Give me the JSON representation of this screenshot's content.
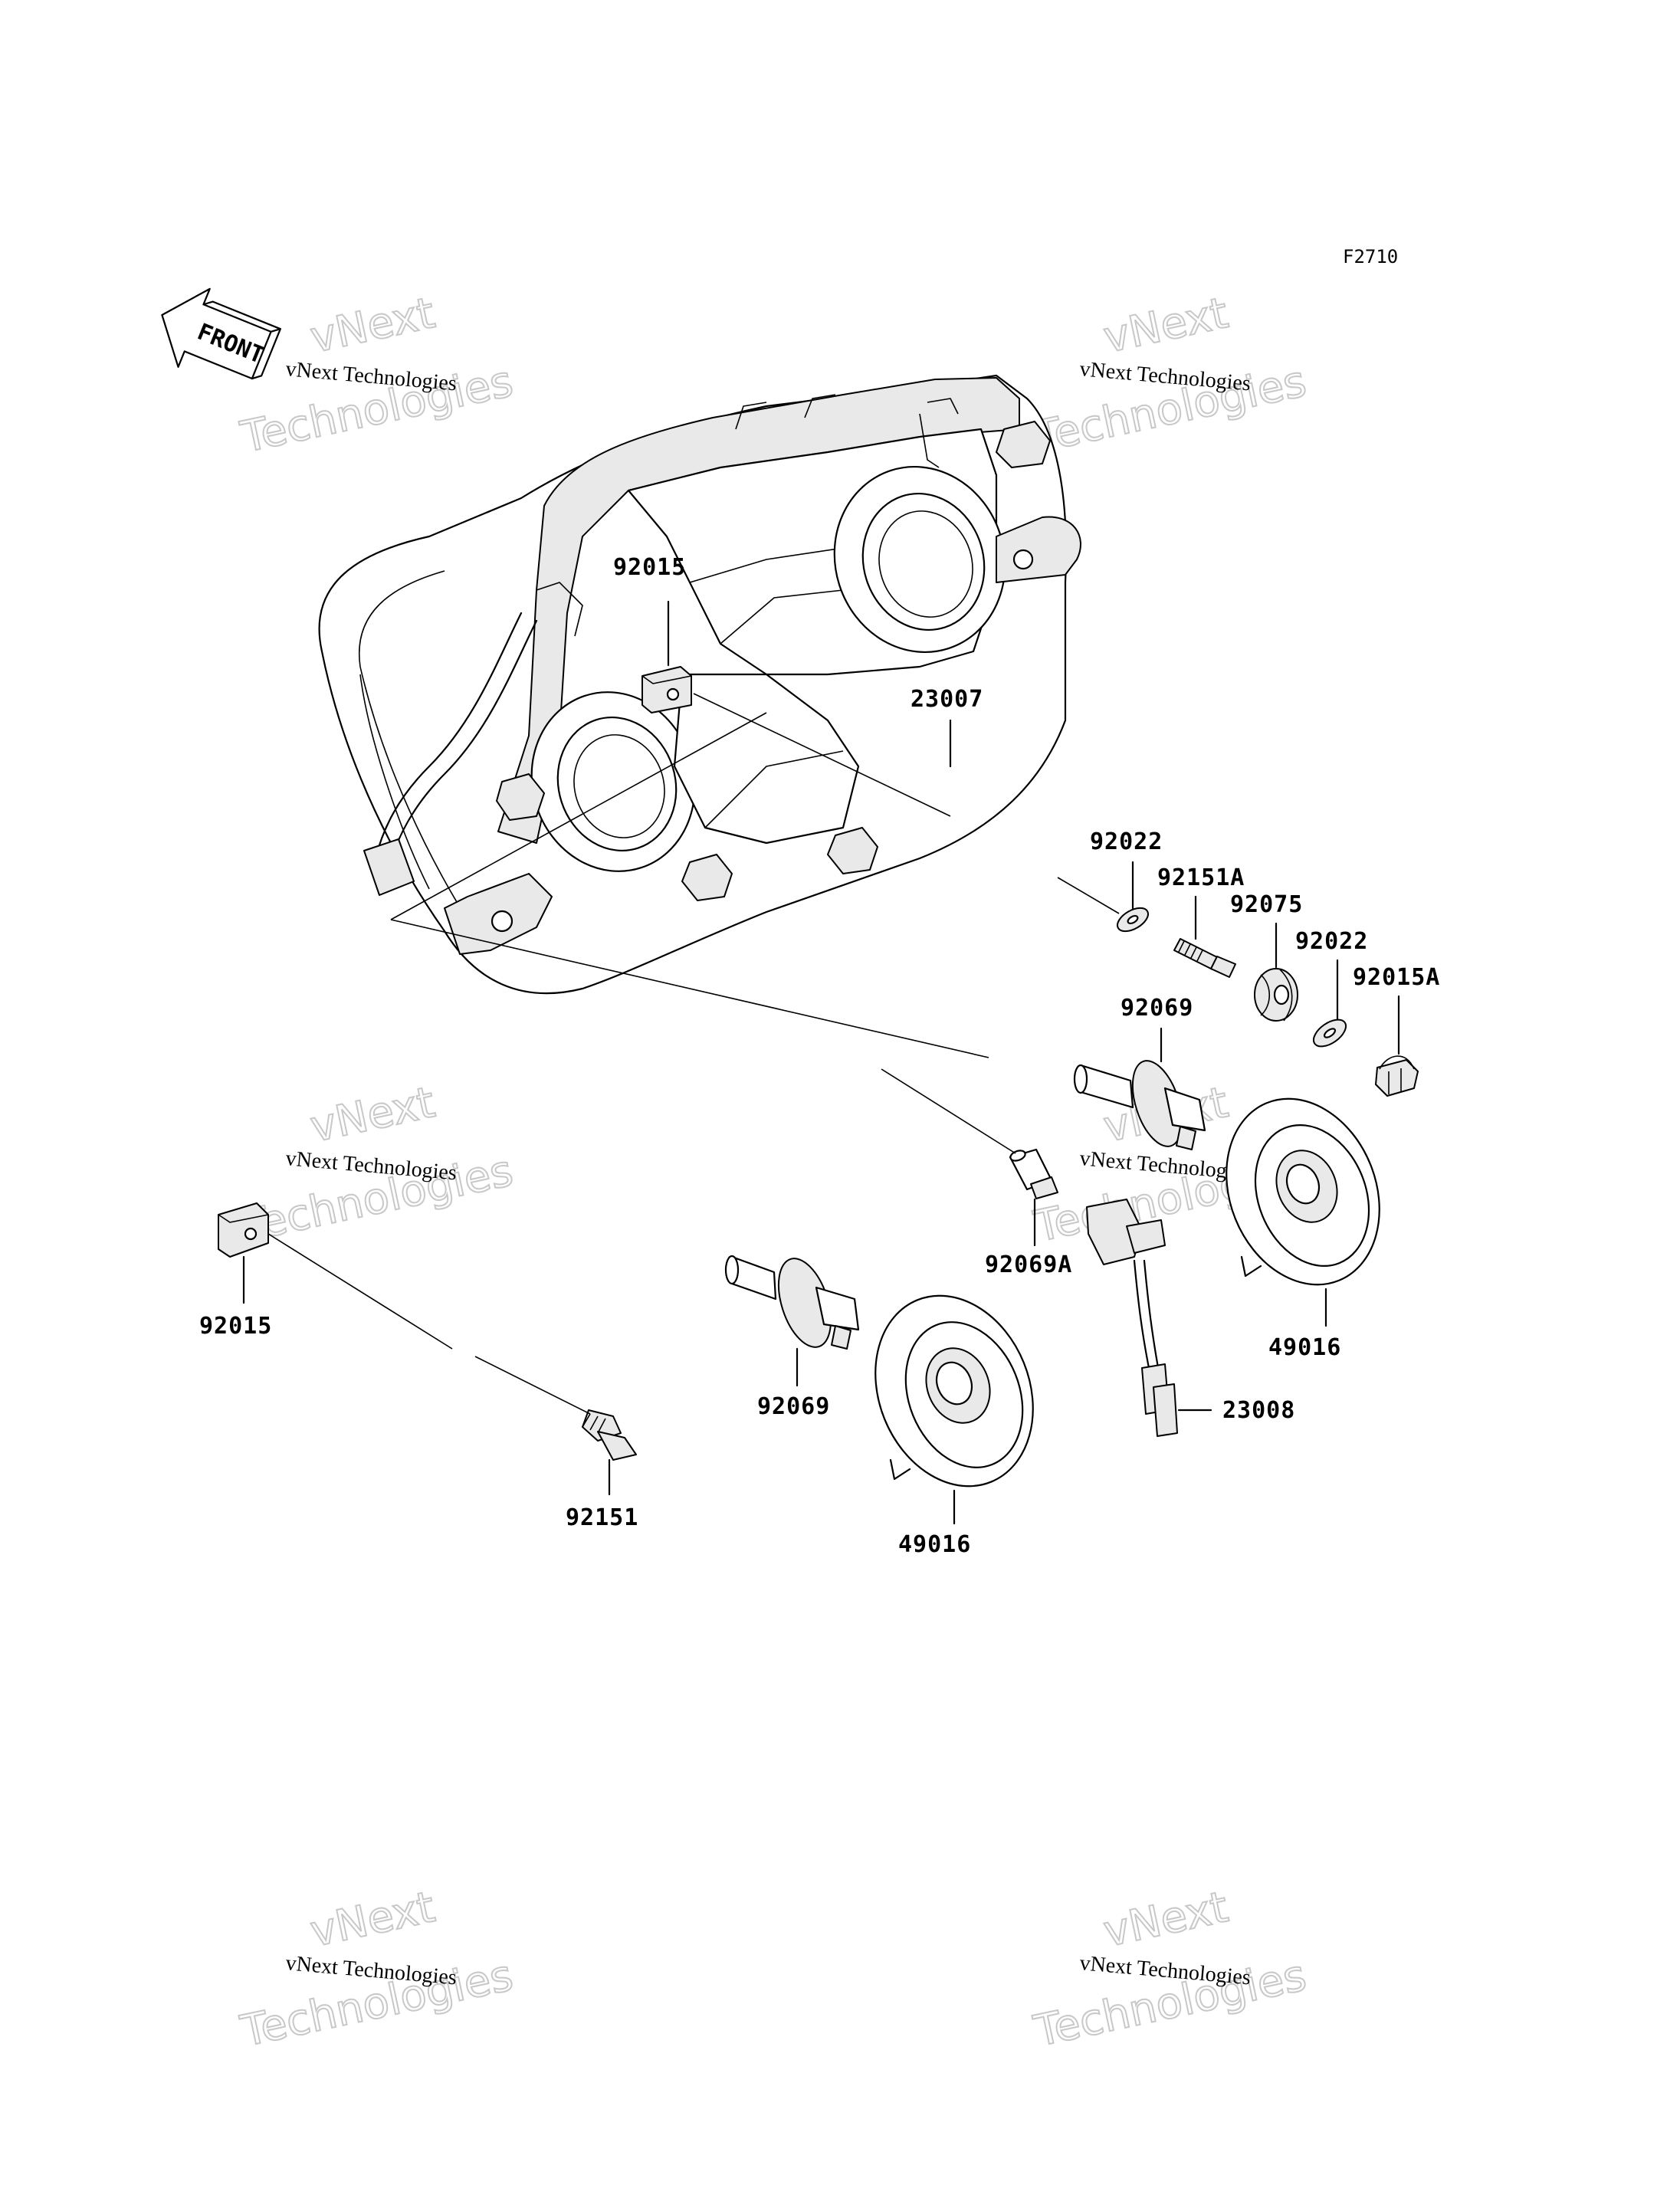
{
  "figure_code": "F2710",
  "front_label": "FRONT",
  "watermark": {
    "line1": "vNext Technologies",
    "line2": "vNext",
    "line3": "Technologies"
  },
  "callouts": {
    "p92015_top": "92015",
    "p23007": "23007",
    "p92022_a": "92022",
    "p92151A": "92151A",
    "p92075": "92075",
    "p92022_b": "92022",
    "p92015A": "92015A",
    "p92069_right": "92069",
    "p92069A": "92069A",
    "p49016_right": "49016",
    "p23008": "23008",
    "p92015_left": "92015",
    "p92069_center": "92069",
    "p49016_center": "49016",
    "p92151": "92151"
  }
}
